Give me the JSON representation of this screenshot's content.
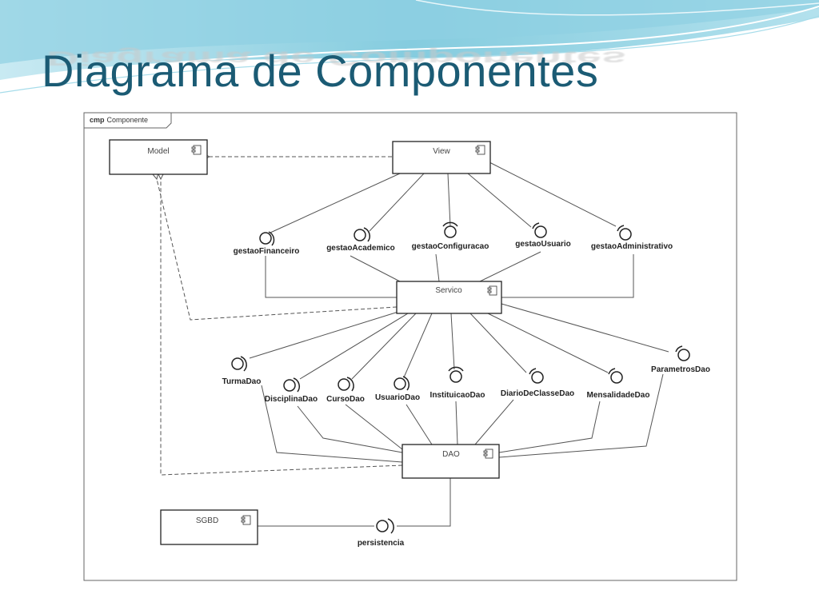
{
  "slide": {
    "title": "Diagrama de Componentes"
  },
  "frame": {
    "keyword": "cmp",
    "name": "Componente"
  },
  "components": {
    "model": "Model",
    "view": "View",
    "servico": "Servico",
    "dao": "DAO",
    "sgbd": "SGBD"
  },
  "view_interfaces": [
    "gestaoFinanceiro",
    "gestaoAcademico",
    "gestaoConfiguracao",
    "gestaoUsuario",
    "gestaoAdministrativo"
  ],
  "dao_interfaces": [
    "TurmaDao",
    "DisciplinaDao",
    "CursoDao",
    "UsuarioDao",
    "InstituicaoDao",
    "DiarioDeClasseDao",
    "MensalidadeDao",
    "ParametrosDao"
  ],
  "persistence_interface": "persistencia",
  "colors": {
    "title": "#1b5b74",
    "line": "#555555",
    "accent": "#6fc3d9"
  }
}
